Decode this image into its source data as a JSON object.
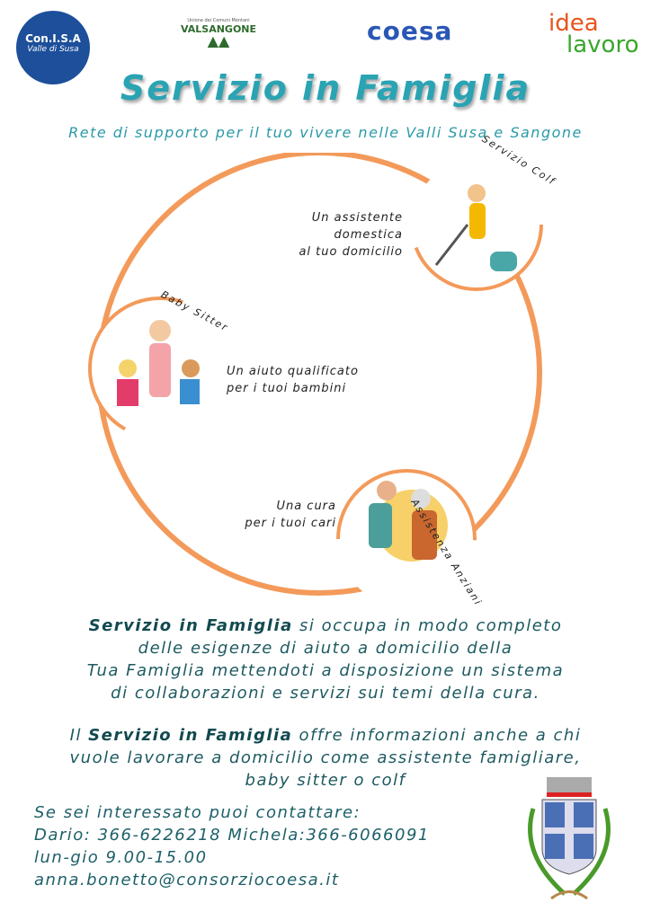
{
  "logos": {
    "consisa": {
      "name": "Con.I.S.A",
      "sub": "Valle di Susa"
    },
    "valsangone": {
      "sub": "Unione dei Comuni Montani",
      "name": "VALSANGONE"
    },
    "coesa": "coesa",
    "idea_lavoro": {
      "top": "idea",
      "bottom": "lavoro"
    }
  },
  "header": {
    "title": "Servizio in Famiglia",
    "subtitle": "Rete di supporto per il tuo vivere nelle Valli Susa e Sangone"
  },
  "services": [
    {
      "tag": "Servizio Colf",
      "lines": [
        "Un assistente",
        "domestica",
        "al tuo domicilio"
      ]
    },
    {
      "tag": "Baby Sitter",
      "lines": [
        "Un aiuto qualificato",
        "per i tuoi bambini"
      ]
    },
    {
      "tag": "Assistenza Anziani",
      "lines": [
        "Una cura",
        "per i tuoi cari"
      ]
    }
  ],
  "para1": {
    "bold": "Servizio in Famiglia",
    "l1": " si occupa in modo completo",
    "l2": "delle esigenze di aiuto a domicilio della",
    "l3": "Tua Famiglia mettendoti a disposizione un sistema",
    "l4": "di collaborazioni e servizi sui temi della cura."
  },
  "para2": {
    "pre": "Il ",
    "bold": "Servizio in Famiglia",
    "l1": " offre informazioni anche a chi",
    "l2": "vuole lavorare a domicilio come assistente famigliare,",
    "l3": "baby sitter o colf"
  },
  "contact": {
    "intro": "Se sei interessato puoi contattare:",
    "phones": "Dario: 366-6226218 Michela:366-6066091",
    "hours": "lun-gio 9.00-15.00",
    "email": "anna.bonetto@consorziocoesa.it"
  },
  "colors": {
    "accent": "#f39a5a",
    "title": "#2aa3b3",
    "text": "#1d5a60"
  }
}
